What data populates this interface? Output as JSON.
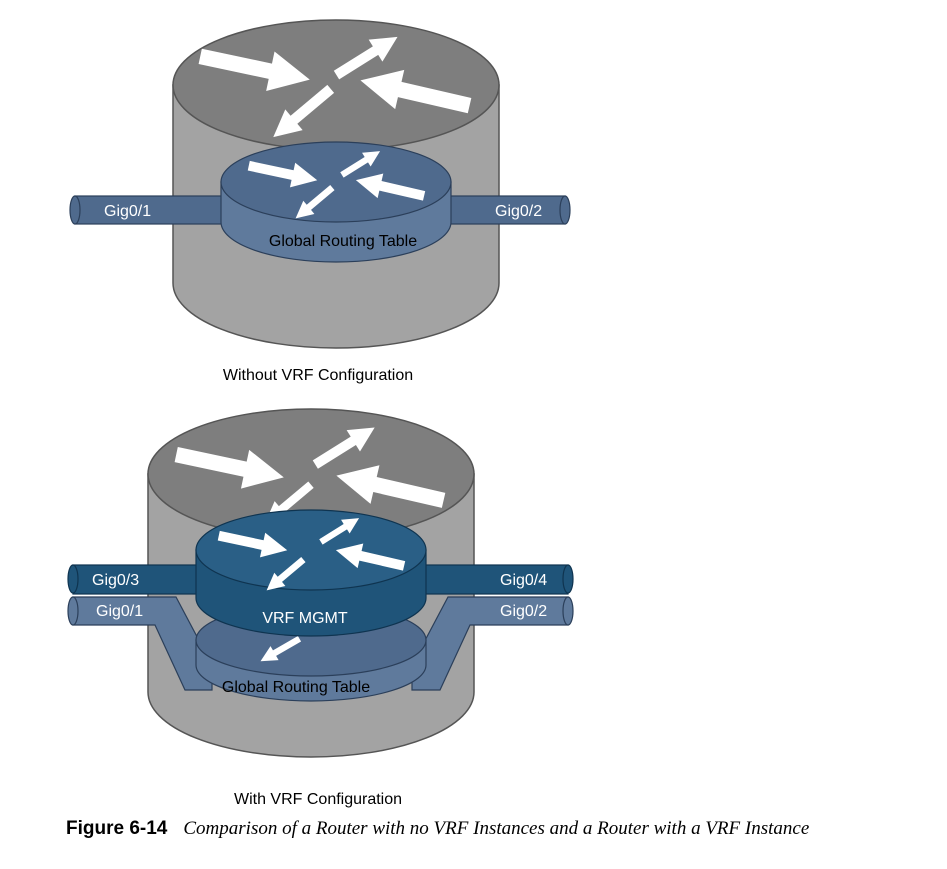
{
  "colors": {
    "cylinder_body": "#a3a3a3",
    "cylinder_top": "#7e7e7e",
    "global_table": "#4f6a8d",
    "vrf_table": "#1f5479",
    "interface_light": "#5f7a9c",
    "arrow": "#ffffff"
  },
  "top_router": {
    "interface_left": "Gig0/1",
    "interface_right": "Gig0/2",
    "table_label": "Global Routing Table",
    "caption": "Without VRF Configuration"
  },
  "bottom_router": {
    "interface_left_vrf": "Gig0/3",
    "interface_right_vrf": "Gig0/4",
    "interface_left_global": "Gig0/1",
    "interface_right_global": "Gig0/2",
    "vrf_label": "VRF MGMT",
    "table_label": "Global Routing Table",
    "caption": "With VRF Configuration"
  },
  "figure": {
    "number": "Figure 6-14",
    "title": "Comparison of a Router with no VRF Instances and a Router with a VRF Instance"
  }
}
